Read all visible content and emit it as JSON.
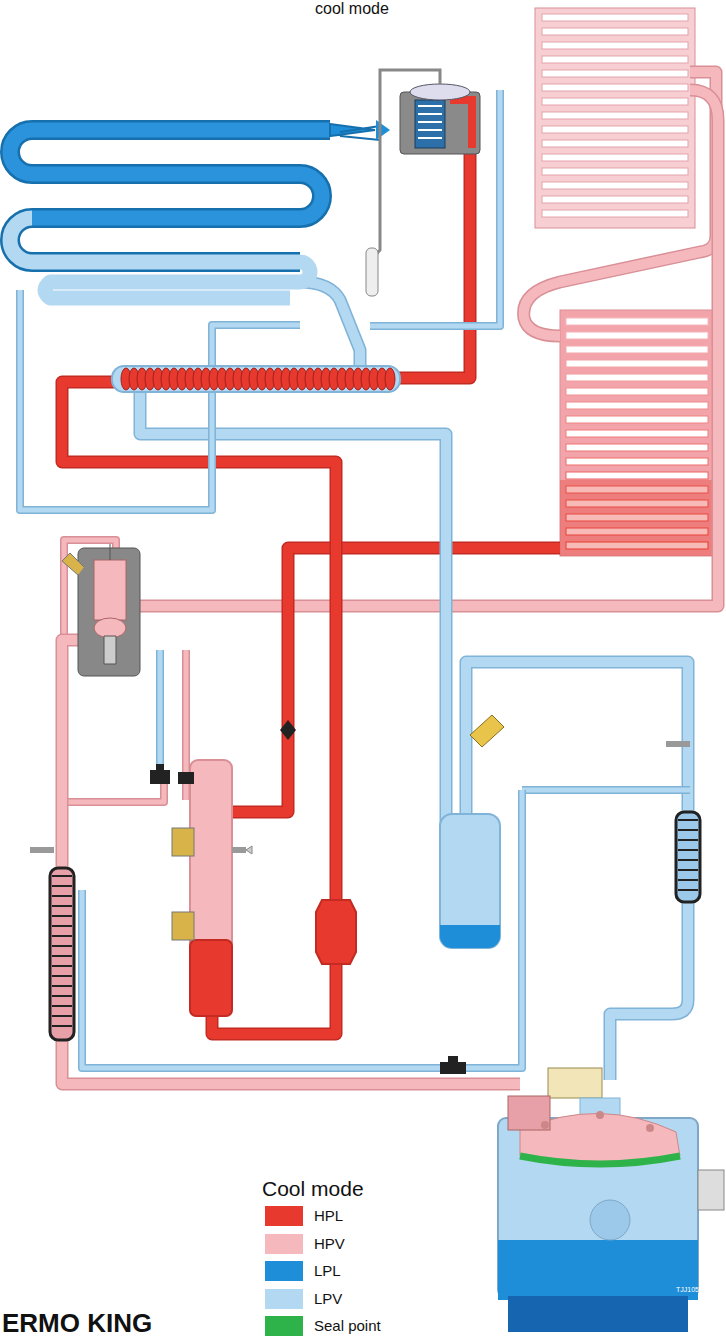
{
  "diagram": {
    "title": "cool mode",
    "labels": [
      "Cool mode",
      "ERMO KING",
      "TJJ105"
    ],
    "legend": [
      {
        "text": "HPL",
        "color": "#e8392f"
      },
      {
        "text": "HPV",
        "color": "#f5b8bd"
      },
      {
        "text": "LPL",
        "color": "#1f8ed8"
      },
      {
        "text": "LPV",
        "color": "#b3d8f1"
      },
      {
        "text": "Seal point",
        "color": "#2db34a"
      }
    ]
  }
}
